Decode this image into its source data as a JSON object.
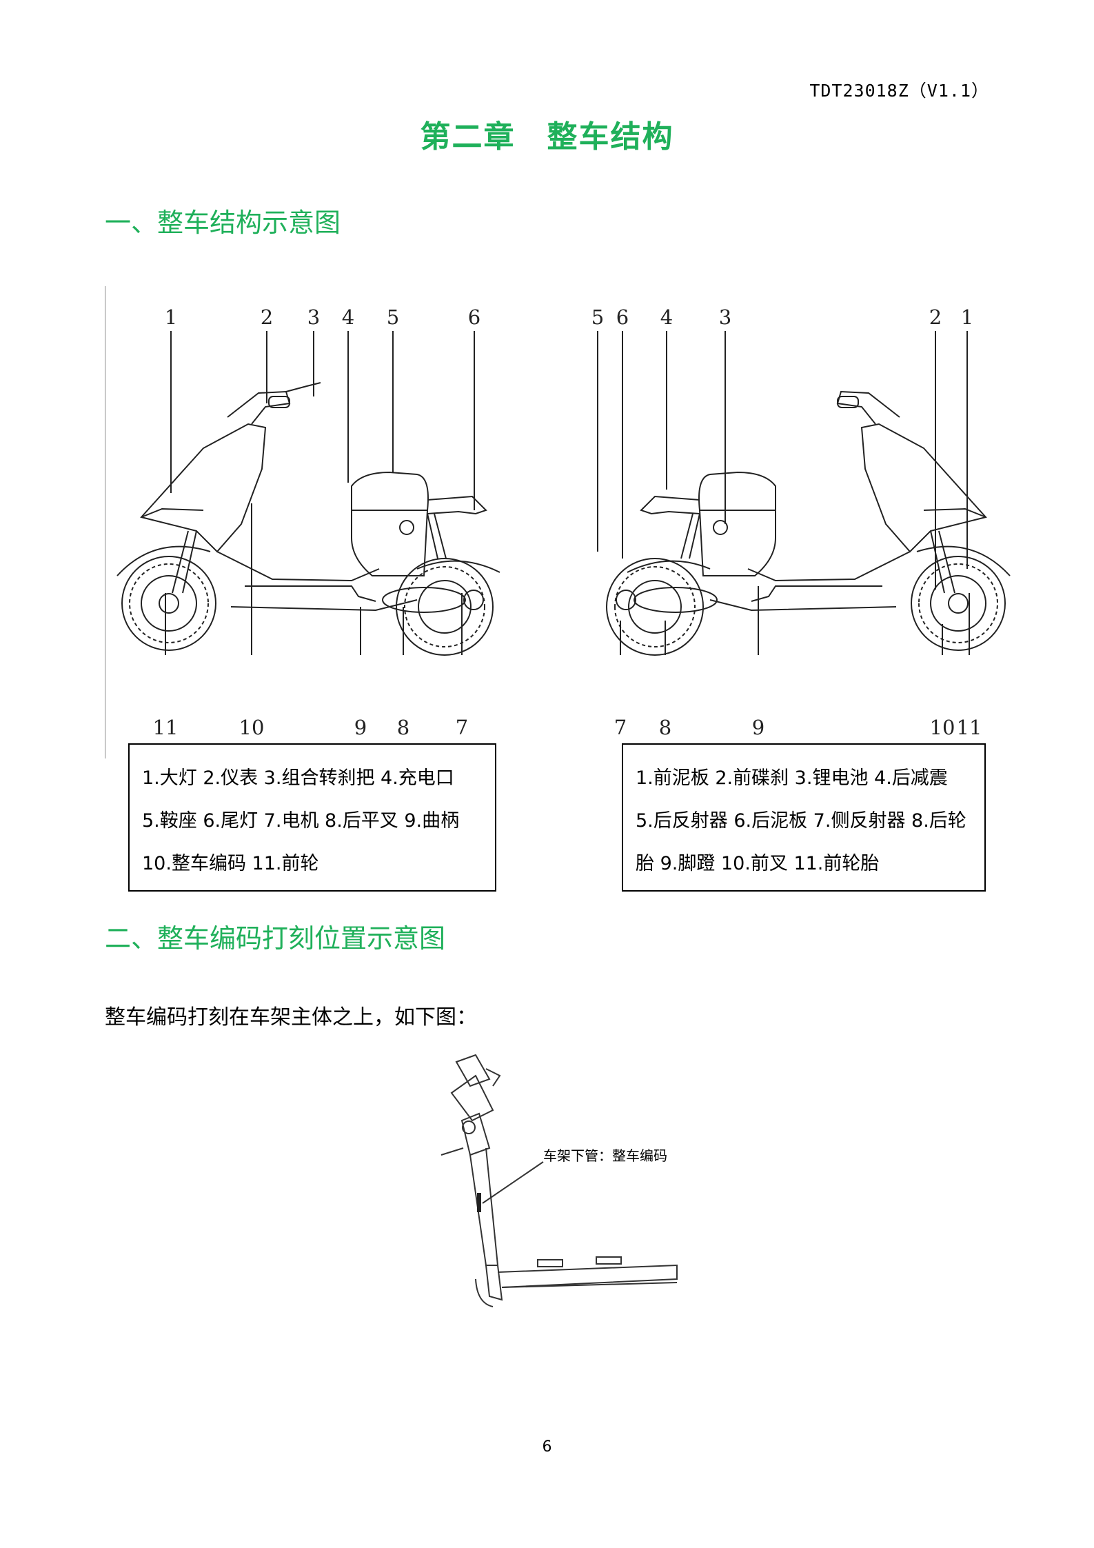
{
  "header": {
    "doc_code": "TDT23018Z（V1.1）"
  },
  "chapter": {
    "title": "第二章　整车结构"
  },
  "section1": {
    "title": "一、整车结构示意图"
  },
  "figure_left": {
    "top_labels": [
      "1",
      "2",
      "3",
      "4",
      "5",
      "6"
    ],
    "bottom_labels": [
      "11",
      "10",
      "9",
      "8",
      "7"
    ]
  },
  "figure_right": {
    "top_labels": [
      "5",
      "6",
      "4",
      "3",
      "2",
      "1"
    ],
    "bottom_labels": [
      "7",
      "8",
      "9",
      "10",
      "11"
    ]
  },
  "legend_left": {
    "lines": [
      "1.大灯  2.仪表  3.组合转刹把  4.充电口",
      "5.鞍座  6.尾灯  7.电机  8.后平叉  9.曲柄",
      "10.整车编码  11.前轮"
    ]
  },
  "legend_right": {
    "lines": [
      "1.前泥板  2.前碟刹  3.锂电池  4.后减震",
      "5.后反射器  6.后泥板  7.侧反射器  8.后轮胎  9.脚蹬  10.前叉   11.前轮胎"
    ]
  },
  "section2": {
    "title": "二、整车编码打刻位置示意图"
  },
  "body": {
    "text": "整车编码打刻在车架主体之上，如下图："
  },
  "frame_figure": {
    "callout": "车架下管：整车编码"
  },
  "footer": {
    "page_number": "6"
  },
  "colors": {
    "heading_green": "#1fb05a",
    "line": "#000000"
  }
}
